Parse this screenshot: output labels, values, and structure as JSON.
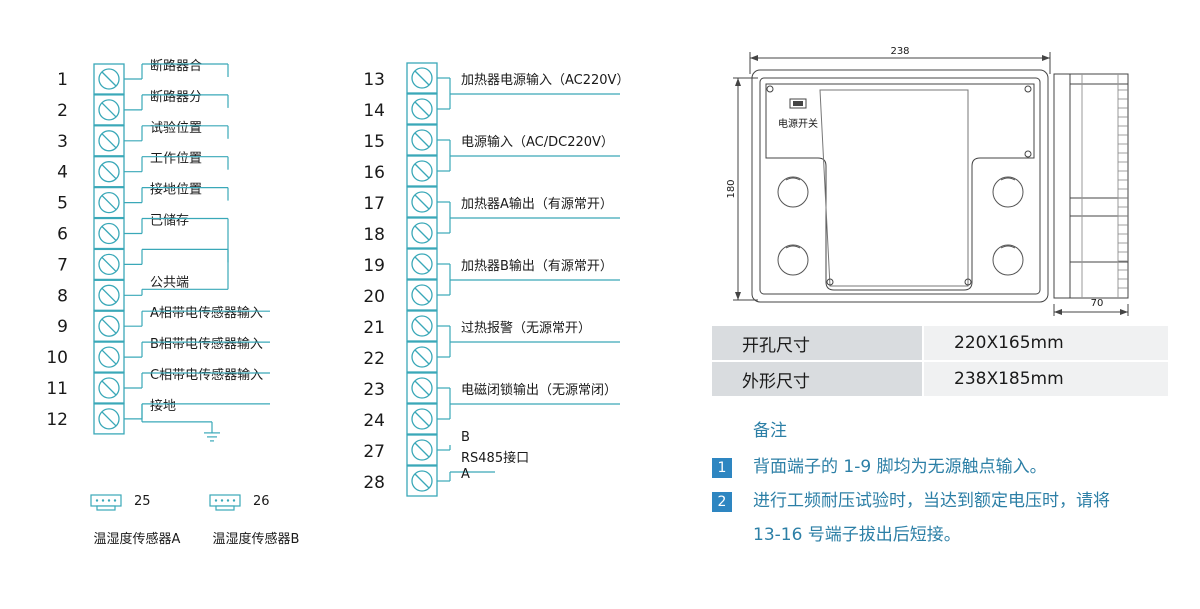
{
  "left_terminals": [
    {
      "num": "1",
      "label": "断路器合"
    },
    {
      "num": "2",
      "label": "断路器分"
    },
    {
      "num": "3",
      "label": "试验位置"
    },
    {
      "num": "4",
      "label": "工作位置"
    },
    {
      "num": "5",
      "label": "接地位置"
    },
    {
      "num": "6",
      "label": "已储存"
    },
    {
      "num": "7",
      "label": ""
    },
    {
      "num": "8",
      "label": "公共端"
    },
    {
      "num": "9",
      "label": "A相带电传感器输入"
    },
    {
      "num": "10",
      "label": "B相带电传感器输入"
    },
    {
      "num": "11",
      "label": "C相带电传感器输入"
    },
    {
      "num": "12",
      "label": "接地"
    }
  ],
  "right_terminals": [
    "13",
    "14",
    "15",
    "16",
    "17",
    "18",
    "19",
    "20",
    "21",
    "22",
    "23",
    "24",
    "27",
    "28"
  ],
  "right_labels": [
    "加热器电源输入（AC220V）",
    "电源输入（AC/DC220V）",
    "加热器A输出（有源常开）",
    "加热器B输出（有源常开）",
    "过热报警（无源常开）",
    "电磁闭锁输出（无源常闭）",
    "B",
    "RS485接口",
    "A"
  ],
  "sensors": [
    {
      "num": "25",
      "label": "温湿度传感器A"
    },
    {
      "num": "26",
      "label": "温湿度传感器B"
    }
  ],
  "drawing": {
    "width_label": "238",
    "height_label": "180",
    "depth_label": "70",
    "switch_label": "电源开关"
  },
  "spec_table": [
    {
      "key": "开孔尺寸",
      "value": "220X165mm"
    },
    {
      "key": "外形尺寸",
      "value": "238X185mm"
    }
  ],
  "notes": {
    "title": "备注",
    "items": [
      {
        "num": "1",
        "lines": [
          "背面端子的 1-9 脚均为无源触点输入。"
        ]
      },
      {
        "num": "2",
        "lines": [
          "进行工频耐压试验时，当达到额定电压时，请将",
          "13-16 号端子拔出后短接。"
        ]
      }
    ]
  },
  "colors": {
    "accent": "#2c7fa6",
    "badge": "#2e86c1",
    "line": "#3aa8b8"
  }
}
